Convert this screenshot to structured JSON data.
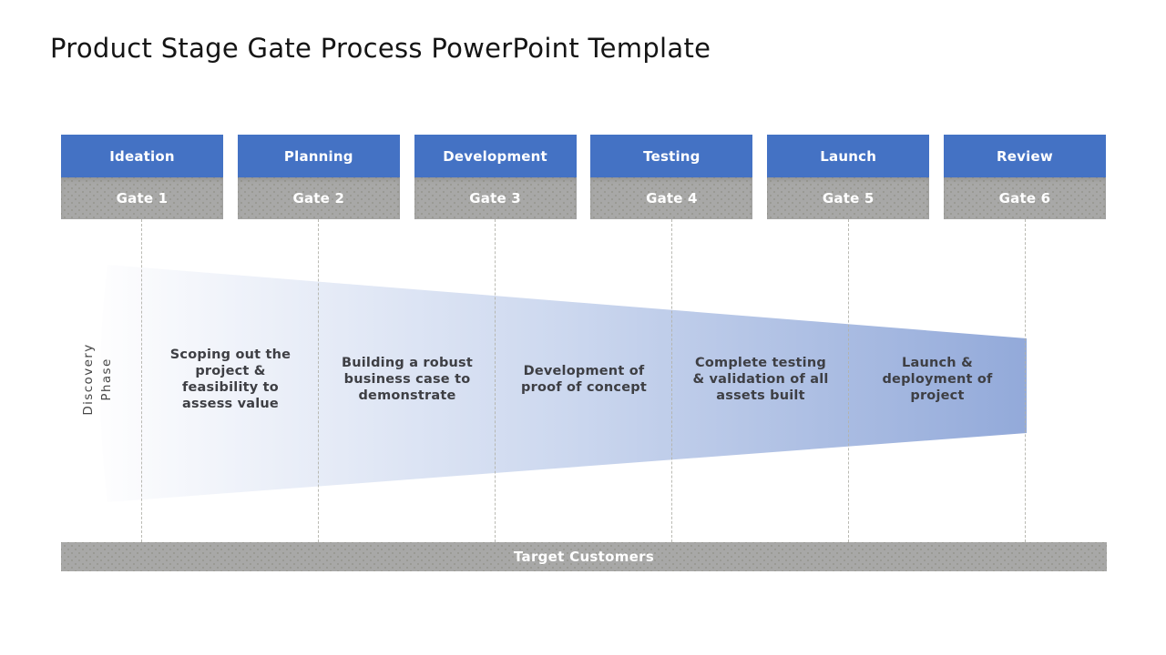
{
  "title": "Product Stage Gate Process PowerPoint Template",
  "stages": [
    {
      "label": "Ideation",
      "gate": "Gate 1"
    },
    {
      "label": "Planning",
      "gate": "Gate 2"
    },
    {
      "label": "Development",
      "gate": "Gate 3"
    },
    {
      "label": "Testing",
      "gate": "Gate 4"
    },
    {
      "label": "Launch",
      "gate": "Gate 5"
    },
    {
      "label": "Review",
      "gate": "Gate 6"
    }
  ],
  "funnel": {
    "side_label": "Discovery Phase",
    "items": [
      "Scoping out the project & feasibility to assess value",
      "Building a robust business case to demonstrate",
      "Development of proof of concept",
      "Complete testing & validation of all assets built",
      "Launch & deployment of project"
    ]
  },
  "footer": {
    "label": "Target Customers"
  },
  "colors": {
    "stage_blue": "#4472C4",
    "gate_gray": "#A8A8A7",
    "funnel_gradient_start": "#FDFDFE",
    "funnel_gradient_mid": "#CAD6EE",
    "funnel_gradient_end": "#8EA6D8",
    "funnel_text": "#3E3F44",
    "guide_line": "#B3B3AB"
  }
}
